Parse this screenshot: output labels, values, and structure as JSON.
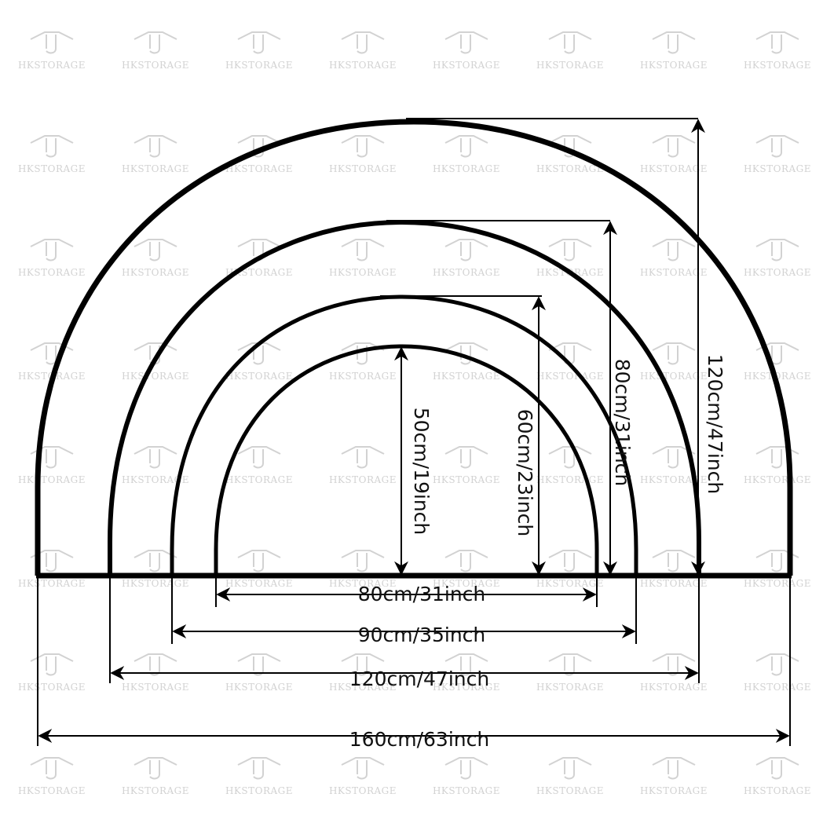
{
  "watermark": {
    "text": "HKSTORAGE",
    "rows": 8,
    "cols": 8,
    "icon": "hkstorage-roof-logo-icon"
  },
  "colors": {
    "arch_stroke": "#000000",
    "dimension_line": "#000000",
    "watermark": "#d2d2d2",
    "background": "#ffffff"
  },
  "arches": [
    {
      "name": "arch-160",
      "width_label": "160cm/63inch",
      "height_label": "120cm/47inch"
    },
    {
      "name": "arch-120",
      "width_label": "120cm/47inch",
      "height_label": "80cm/31inch"
    },
    {
      "name": "arch-90",
      "width_label": "90cm/35inch",
      "height_label": "60cm/23inch"
    },
    {
      "name": "arch-80",
      "width_label": "80cm/31inch",
      "height_label": "50cm/19inch"
    }
  ]
}
